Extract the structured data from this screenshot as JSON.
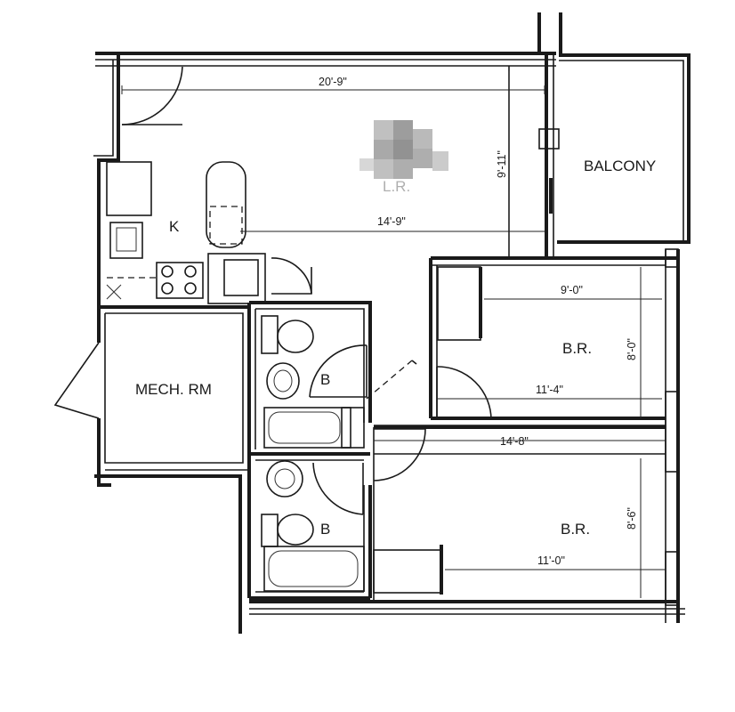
{
  "rooms": {
    "living": "L.R.",
    "kitchen": "K",
    "balcony": "BALCONY",
    "mech": "MECH. RM",
    "bath1": "B",
    "bath2": "B",
    "bedroom1": "B.R.",
    "bedroom2": "B.R."
  },
  "dimensions": {
    "lr_width": "20'-9\"",
    "lr_depth": "9'-11\"",
    "lr_inner": "14'-9\"",
    "br1_top": "9'-0\"",
    "br1_width": "11'-4\"",
    "br1_depth": "8'-0\"",
    "br_corridor": "14'-8\"",
    "br2_width": "11'-0\"",
    "br2_depth": "8'-6\""
  }
}
